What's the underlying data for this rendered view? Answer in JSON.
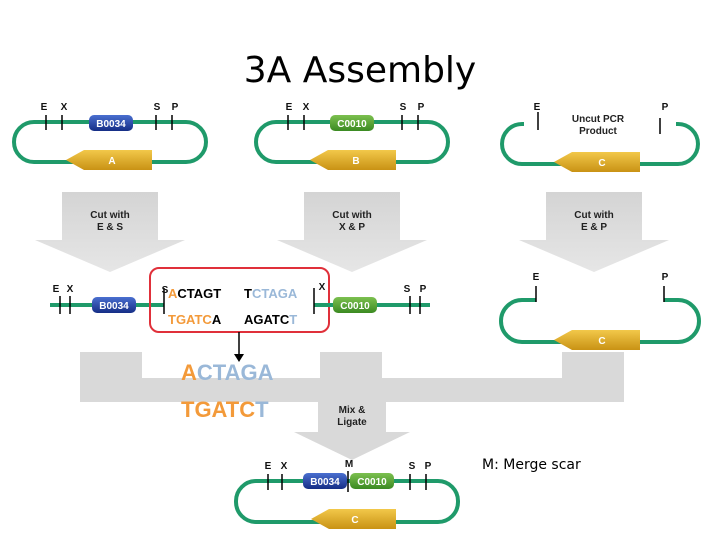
{
  "title": "3A Assembly",
  "sites": {
    "E": "E",
    "X": "X",
    "S": "S",
    "P": "P",
    "M": "M"
  },
  "parts": {
    "b0034": "B0034",
    "c0010": "C0010"
  },
  "inserts": {
    "a": "A",
    "b": "B",
    "c": "C"
  },
  "pcr_label_line1": "Uncut PCR",
  "pcr_label_line2": "Product",
  "cuts": {
    "es_line1": "Cut with",
    "es_line2": "E & S",
    "xp_line1": "Cut with",
    "xp_line2": "X & P",
    "ep_line1": "Cut with",
    "ep_line2": "E & P"
  },
  "overhangs": {
    "top_left_orange": "A",
    "top_left_black": "CTAGT",
    "top_right_black": "T",
    "top_right_blue": "CTAGA",
    "bottom_left_orange": "TGATC",
    "bottom_left_black": "A",
    "bottom_right_black": "AGATC",
    "bottom_right_blue": "T"
  },
  "scar": {
    "top_orange": "A",
    "top_blue": "CTAGA",
    "bottom_orange": "TGATC",
    "bottom_blue": "T"
  },
  "ligate_line1": "Mix &",
  "ligate_line2": "Ligate",
  "merge_note": "M: Merge scar",
  "colors": {
    "plasmid_green": "#1f9a6a",
    "b0034_blue": "#1f3f9e",
    "c0010_green": "#4f9f2f",
    "insert_gold": "#d9a521",
    "scar_orange": "#f39a3a",
    "scar_blue": "#9ab8d8",
    "highlight_red": "#e0303a",
    "flow_gray": "#d9d9d9"
  }
}
